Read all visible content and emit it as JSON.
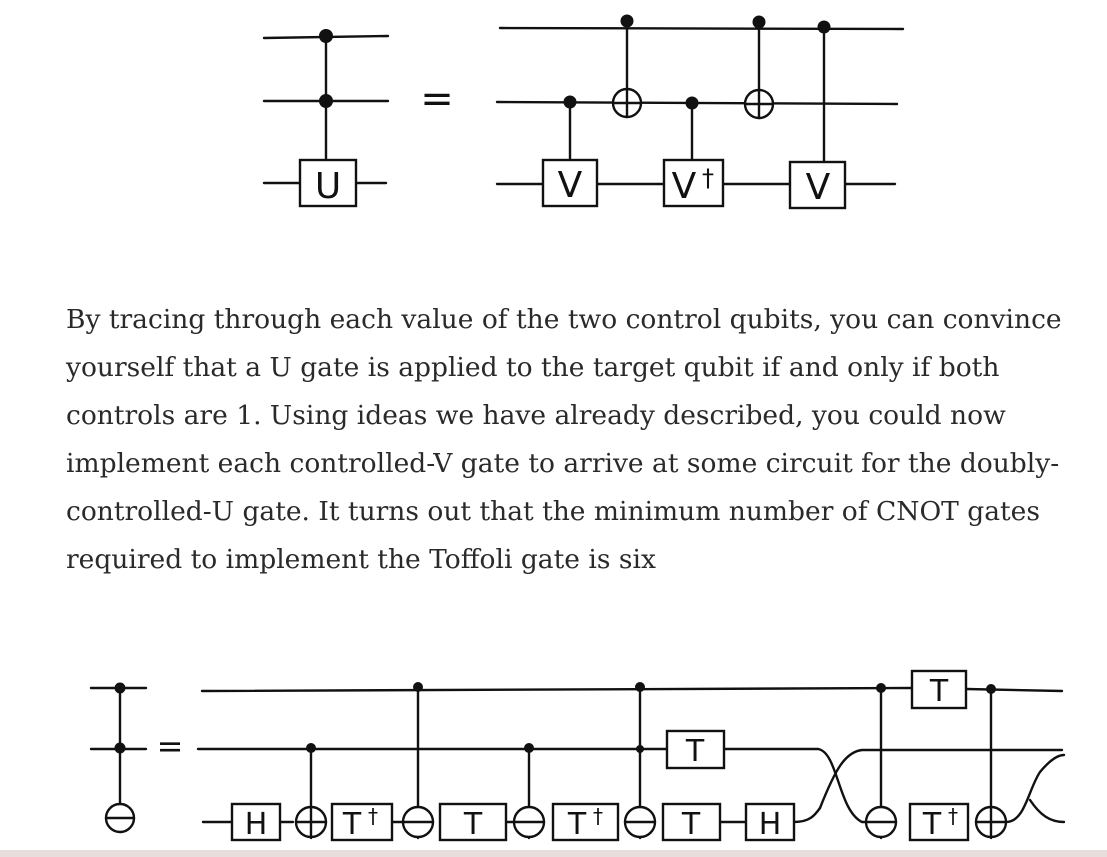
{
  "paragraph": "By tracing through each value of the two control qubits, you can convince yourself that a U gate is applied to the target qubit if and only if both controls are 1. Using ideas we have already described, you could now implement each controlled-V gate to arrive at some circuit for the doubly-controlled-U gate. It turns out that the minimum number of CNOT gates required to implement the Toffoli gate is six",
  "top_circuit": {
    "equals": "=",
    "gate_U": "U",
    "gate_V": "V",
    "gate_V_dagger": "V",
    "dagger": "†"
  },
  "bottom_circuit": {
    "equals": "=",
    "gate_H": "H",
    "gate_T": "T",
    "gate_T_dagger": "T",
    "dagger": "†"
  }
}
